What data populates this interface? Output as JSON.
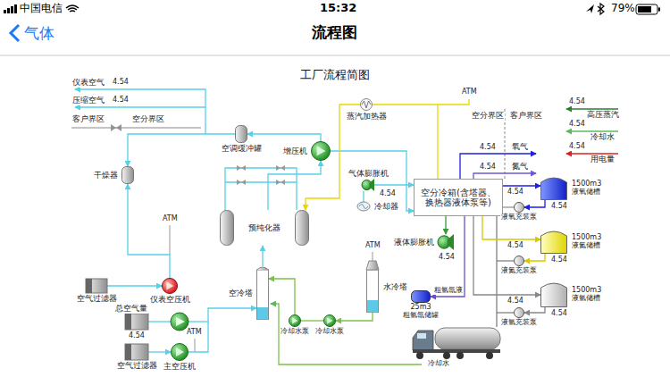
{
  "diagram": {
    "title": "工厂流程简图",
    "nodes": [
      {
        "text": [
          "蒸汽加热器"
        ]
      },
      {
        "text": [
          "空调缓冲罐"
        ]
      },
      {
        "text": [
          "增压机"
        ]
      },
      {
        "text": [
          "干燥器"
        ]
      },
      {
        "text": [
          "气体膨胀机"
        ]
      },
      {
        "text": [
          "空分冷箱(含塔器、换热器液体泵等)"
        ]
      },
      {
        "text": [
          "1500m3",
          "液氧储槽"
        ]
      },
      {
        "text": [
          "液氧充装泵"
        ]
      },
      {
        "text": [
          "冷却器"
        ]
      },
      {
        "text": [
          "预纯化器"
        ]
      },
      {
        "text": [
          "液体膨胀机"
        ]
      },
      {
        "text": [
          "1500m3",
          "液氮储槽"
        ]
      },
      {
        "text": [
          "液氮充装泵"
        ]
      },
      {
        "text": [
          "水冷塔"
        ]
      },
      {
        "text": [
          "空冷塔"
        ]
      },
      {
        "text": [
          "空气过滤器"
        ]
      },
      {
        "text": [
          "仪表空压机"
        ]
      },
      {
        "text": [
          "25m3",
          "粗氩氙储罐"
        ]
      },
      {
        "text": [
          "液氩充装泵"
        ]
      },
      {
        "text": [
          "1500m3",
          "液氩储槽"
        ]
      },
      {
        "text": [
          "冷却水泵"
        ]
      },
      {
        "text": [
          "冷却水泵"
        ]
      },
      {
        "text": [
          "主空压机"
        ]
      },
      {
        "text": [
          "空气过滤器"
        ]
      }
    ],
    "edges": [
      {
        "from": 16,
        "to": 3,
        "arrow": "to"
      },
      {
        "from": 15,
        "to": 16,
        "arrow": "to"
      },
      {
        "from": 23,
        "to": 22,
        "arrow": "to"
      },
      {
        "from": 22,
        "to": 14,
        "arrow": "to"
      },
      {
        "from": 14,
        "to": 9,
        "arrow": "to"
      },
      {
        "from": 9,
        "to": 2,
        "arrow": "to"
      },
      {
        "from": 2,
        "to": 1,
        "arrow": "to"
      },
      {
        "from": 1,
        "to": 3,
        "arrow": "to"
      },
      {
        "from": 2,
        "to": 5,
        "arrow": "to"
      },
      {
        "from": 4,
        "to": 5,
        "arrow": "to"
      },
      {
        "from": 5,
        "to": 10,
        "arrow": "to"
      },
      {
        "from": 5,
        "to": 6,
        "arrow": "to"
      },
      {
        "from": 5,
        "to": 11,
        "arrow": "to"
      },
      {
        "from": 5,
        "to": 19,
        "arrow": "to"
      },
      {
        "from": 5,
        "to": 17,
        "arrow": "to"
      },
      {
        "from": 6,
        "to": 7,
        "arrow": "to"
      },
      {
        "from": 11,
        "to": 12,
        "arrow": "to"
      },
      {
        "from": 19,
        "to": 18,
        "arrow": "to"
      },
      {
        "from": 13,
        "to": 21,
        "arrow": "to"
      },
      {
        "from": 20,
        "to": 14,
        "arrow": "to"
      },
      {
        "from": 0,
        "to": 9,
        "arrow": "to"
      }
    ],
    "labels": [
      "中国电信",
      "15:32",
      "79%",
      "气体",
      "流程图",
      "仪表空气",
      "4.54",
      "压缩空气",
      "4.54",
      "客户界区",
      "空分界区",
      "ATM",
      "空分界区",
      "客户界区",
      "4.54",
      "高压蒸汽",
      "4.54",
      "冷却水",
      "4.54",
      "用电量",
      "4.54",
      "氧气",
      "4.54",
      "氮气",
      "4.54",
      "ATM",
      "4.54",
      "4.54",
      "4.54",
      "4.54",
      "4.54",
      "4.54",
      "4.54",
      "ATM",
      "ATM",
      "总空气量",
      "4.54",
      "粗氩氙液",
      "冷却水"
    ]
  }
}
